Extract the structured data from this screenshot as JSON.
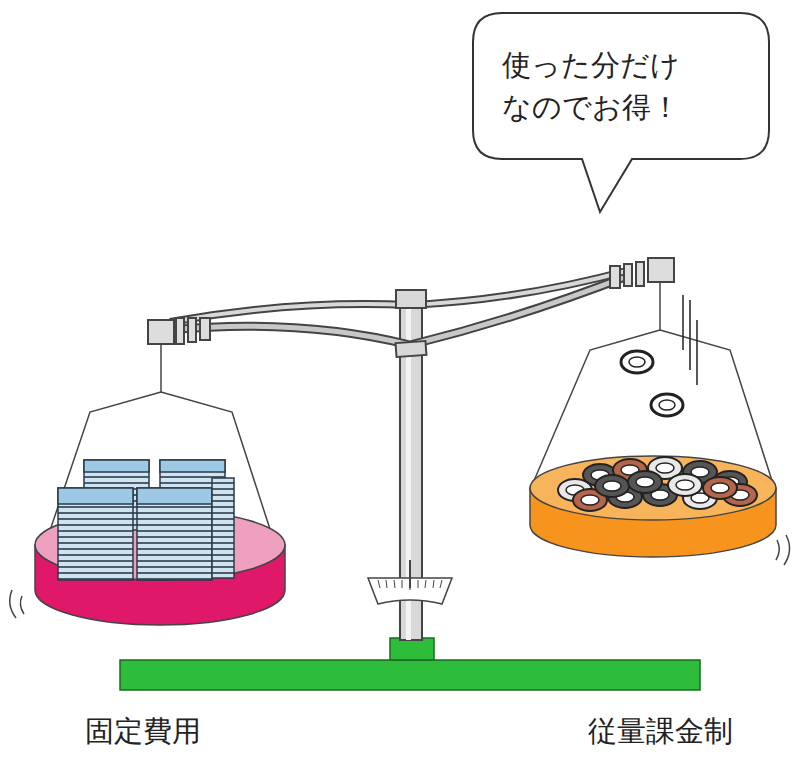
{
  "diagram": {
    "nodes": [
      {
        "text": [
          "使った分だけ なのでお得！"
        ]
      }
    ],
    "labels": [
      "固定費用",
      "従量課金制"
    ]
  }
}
